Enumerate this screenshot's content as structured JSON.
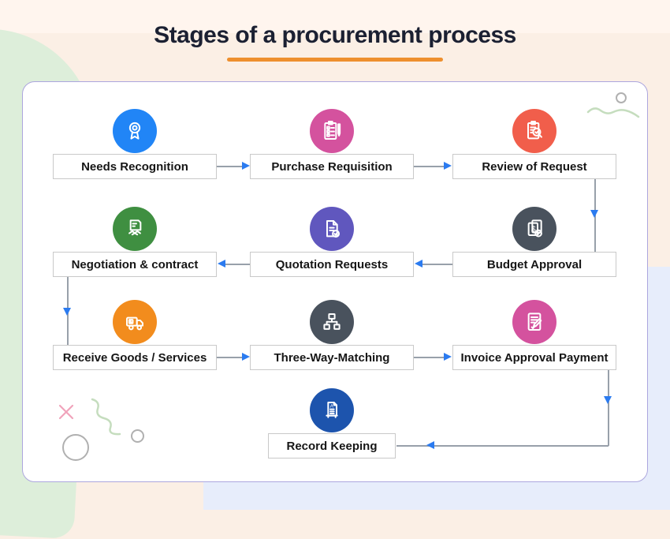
{
  "title": {
    "text": "Stages of a procurement process"
  },
  "colors": {
    "page-bg": "#FBEFE5",
    "top-band": "#FFF5EE",
    "green-blob": "#DDEEDA",
    "blue-rect": "#E7EDFB",
    "panel-bg": "#FFFFFF",
    "panel-border": "#ACA6DE",
    "title": "#1B2032",
    "underline": "#EE8F2E",
    "line": "#98A0AA",
    "arrow": "#2B7BF0",
    "box-border": "#C9C9C9",
    "box-text": "#161616",
    "decor-green": "#C5DDBE",
    "decor-pink": "#F0A3BB",
    "decor-gray": "#B0B0B0"
  },
  "stages": [
    {
      "label": "Needs Recognition",
      "icon": "award-ribbon-icon",
      "color": "#2185F6"
    },
    {
      "label": "Purchase Requisition",
      "icon": "clipboard-checklist-icon",
      "color": "#D4529E"
    },
    {
      "label": "Review of Request",
      "icon": "clipboard-magnifier-icon",
      "color": "#F15E4B"
    },
    {
      "label": "Budget Approval",
      "icon": "budget-doc-check-icon",
      "color": "#49525D"
    },
    {
      "label": "Quotation Requests",
      "icon": "document-check-icon",
      "color": "#6057BE"
    },
    {
      "label": "Negotiation & contract",
      "icon": "contract-handshake-icon",
      "color": "#3F8F41"
    },
    {
      "label": "Receive Goods / Services",
      "icon": "delivery-truck-icon",
      "color": "#F28C1D"
    },
    {
      "label": "Three-Way-Matching",
      "icon": "hierarchy-icon",
      "color": "#49525D"
    },
    {
      "label": "Invoice Approval Payment",
      "icon": "invoice-pen-icon",
      "color": "#D4529E"
    },
    {
      "label": "Record Keeping",
      "icon": "record-book-icon",
      "color": "#1D54AD"
    }
  ]
}
